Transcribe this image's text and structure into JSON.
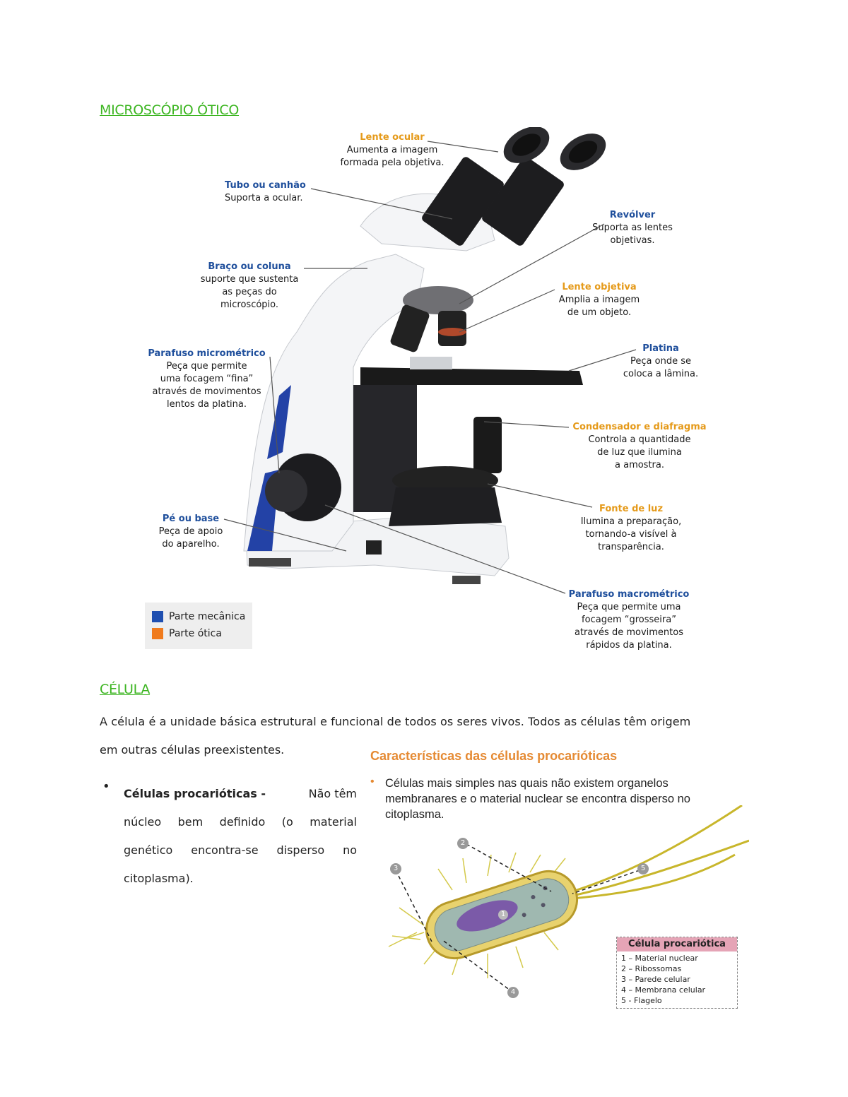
{
  "headings": {
    "microscope": "MICROSCÓPIO ÓTICO",
    "cell": "CÉLULA"
  },
  "microscope_labels": {
    "lente_ocular": {
      "title": "Lente ocular",
      "text": [
        "Aumenta a imagem",
        "formada pela objetiva."
      ]
    },
    "tubo": {
      "title": "Tubo ou canhão",
      "text": [
        "Suporta a ocular."
      ]
    },
    "revolver": {
      "title": "Revólver",
      "text": [
        "Suporta as lentes",
        "objetivas."
      ]
    },
    "braco": {
      "title": "Braço ou coluna",
      "text": [
        "suporte que sustenta",
        "as peças do",
        "microscópio."
      ]
    },
    "lente_objetiva": {
      "title": "Lente objetiva",
      "text": [
        "Amplia a imagem",
        "de um objeto."
      ]
    },
    "micrometrico": {
      "title": "Parafuso micrométrico",
      "text": [
        "Peça que permite",
        "uma focagem “fina”",
        "através de movimentos",
        "lentos da platina."
      ]
    },
    "platina": {
      "title": "Platina",
      "text": [
        "Peça onde se",
        "coloca a lâmina."
      ]
    },
    "condensador": {
      "title": "Condensador e diafragma",
      "text": [
        "Controla a quantidade",
        "de luz que ilumina",
        "a amostra."
      ]
    },
    "fonte_luz": {
      "title": "Fonte de luz",
      "text": [
        "Ilumina a preparação,",
        "tornando-a visível à",
        "transparência."
      ]
    },
    "pe_base": {
      "title": "Pé ou base",
      "text": [
        "Peça de apoio",
        "do aparelho."
      ]
    },
    "macrometrico": {
      "title": "Parafuso macrométrico",
      "text": [
        "Peça que permite uma",
        "focagem “grosseira”",
        "através de movimentos",
        "rápidos da platina."
      ]
    }
  },
  "legend": {
    "mecanica": "Parte mecânica",
    "otica": "Parte ótica",
    "color_mecanica": "#1f4fb0",
    "color_otica": "#f07b1d"
  },
  "cell_intro": [
    "A célula é a unidade básica estrutural e funcional de todos os seres vivos. Todos as células têm origem",
    "em outras células preexistentes."
  ],
  "bullet": {
    "title": "Células procariótica",
    "title_suffix": "s",
    "dash": " - ",
    "lines": [
      "Não têm",
      "núcleo bem definido (o material",
      "genético encontra-se disperso no",
      "citoplasma)."
    ]
  },
  "figure2": {
    "title": "Características das células procarióticas",
    "bullet_lines": [
      "Células mais simples nas quais não existem organelos",
      "membranares e o material nuclear se encontra disperso no",
      "citoplasma."
    ],
    "numbers": [
      "1",
      "2",
      "3",
      "4",
      "5"
    ],
    "legend_title": "Célula procariótica",
    "legend_items": [
      "1 – Material nuclear",
      "2 – Ribossomas",
      "3 – Parede celular",
      "4 – Membrana celular",
      "5 - Flagelo"
    ]
  }
}
